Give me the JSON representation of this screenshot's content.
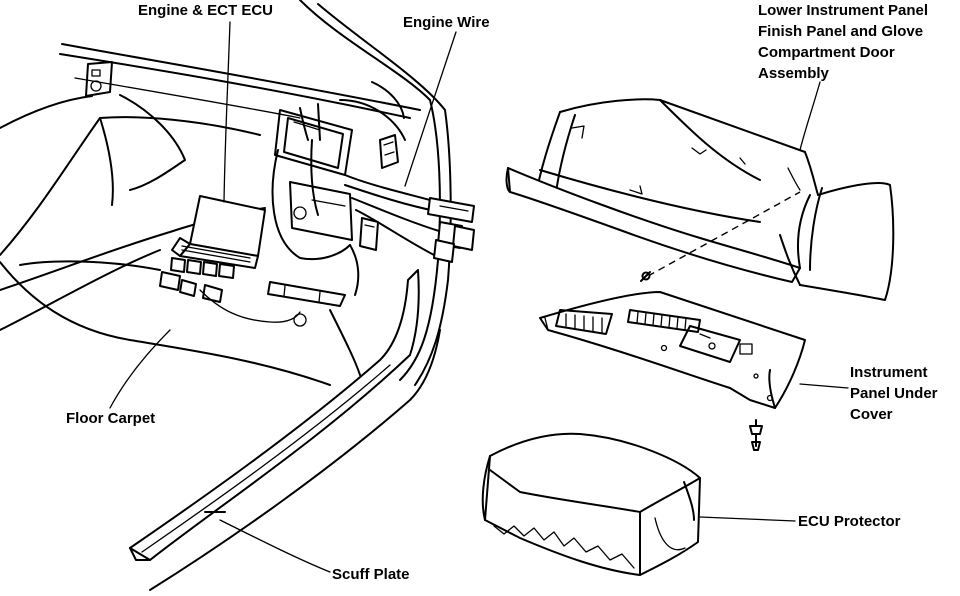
{
  "labels": {
    "engine_ect_ecu": "Engine & ECT ECU",
    "engine_wire": "Engine Wire",
    "glove_box": [
      "Lower Instrument Panel",
      "Finish Panel and Glove",
      "Compartment Door",
      "Assembly"
    ],
    "floor_carpet": "Floor Carpet",
    "instrument_under_cover": [
      "Instrument",
      "Panel Under",
      "Cover"
    ],
    "ecu_protector": "ECU Protector",
    "scuff_plate": "Scuff Plate"
  }
}
